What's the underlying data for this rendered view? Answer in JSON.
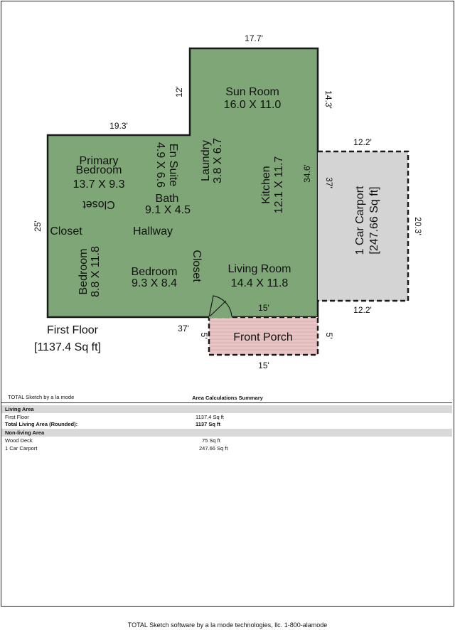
{
  "floor": {
    "title": "First Floor",
    "area": "[1137.4 Sq ft]"
  },
  "colors": {
    "living": "#7fa677",
    "carport": "#d4d4d4",
    "porch": "#e8c4c4",
    "outline": "#1a1a1a"
  },
  "rooms": {
    "sun_room": [
      "Sun Room",
      "16.0 X 11.0"
    ],
    "primary_bedroom": [
      "Primary",
      "Bedroom",
      "13.7 X 9.3"
    ],
    "en_suite": [
      "En Suite",
      "4.9 X 6.6"
    ],
    "laundry": [
      "Laundry",
      "3.8 X 6.7"
    ],
    "kitchen": [
      "Kitchen",
      "12.1 X 11.7"
    ],
    "closet_1": "Closet",
    "closet_2": "Closet",
    "closet_3": "Closet",
    "bath": [
      "Bath",
      "9.1 X 4.5"
    ],
    "hallway": "Hallway",
    "bedroom_2": [
      "Bedroom",
      "8.8 X 11.8"
    ],
    "bedroom_3": [
      "Bedroom",
      "9.3 X 8.4"
    ],
    "living_room": [
      "Living Room",
      "14.4 X 11.8"
    ],
    "carport": [
      "1 Car Carport",
      "[247.66 Sq ft]"
    ],
    "porch": "Front Porch"
  },
  "dimensions": {
    "top": "17.7'",
    "sun_left": "12'",
    "sun_right": "14.3'",
    "upper_left": "19.3'",
    "left": "25'",
    "right_main": "34.6'",
    "bottom_main": "37'",
    "bottom_inner": "15'",
    "carport_top": "12.2'",
    "carport_left": "37'",
    "carport_right": "20.3'",
    "carport_bottom": "12.2'",
    "porch_left": "5'",
    "porch_right": "5'",
    "porch_bottom": "15'"
  },
  "summary": {
    "software_tag": "TOTAL Sketch by a la mode",
    "title": "Area Calculations Summary",
    "living_header": "Living Area",
    "first_floor_label": "First Floor",
    "first_floor_value": "1137.4 Sq ft",
    "total_label": "Total Living Area (Rounded):",
    "total_value": "1137 Sq ft",
    "nonliving_header": "Non-living Area",
    "wood_deck_label": "Wood Deck",
    "wood_deck_value": "75 Sq ft",
    "carport_label": "1 Car Carport",
    "carport_value": "247.66 Sq ft"
  },
  "footer": "TOTAL Sketch software by a la mode technologies, llc. 1-800-alamode"
}
